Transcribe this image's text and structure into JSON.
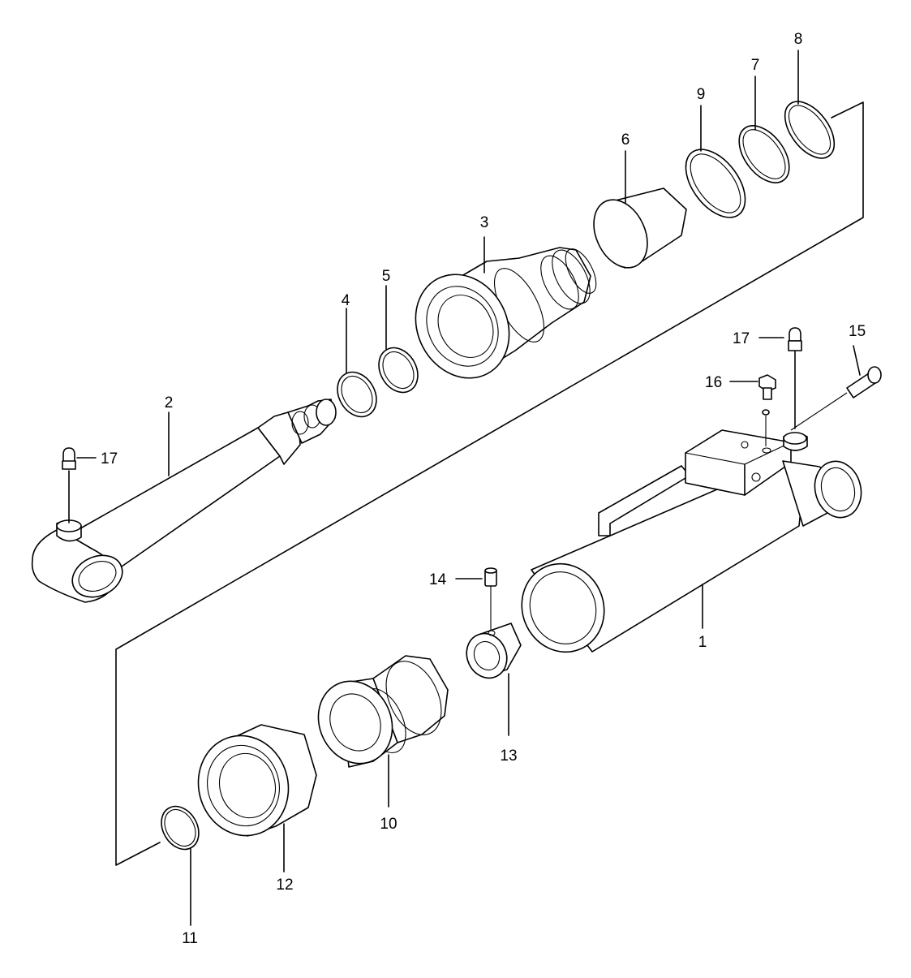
{
  "labels": {
    "l1": "1",
    "l2": "2",
    "l3": "3",
    "l4": "4",
    "l5": "5",
    "l6": "6",
    "l7": "7",
    "l8": "8",
    "l9": "9",
    "l10": "10",
    "l11": "11",
    "l12": "12",
    "l13": "13",
    "l14": "14",
    "l15": "15",
    "l16": "16",
    "l17a": "17",
    "l17b": "17"
  }
}
